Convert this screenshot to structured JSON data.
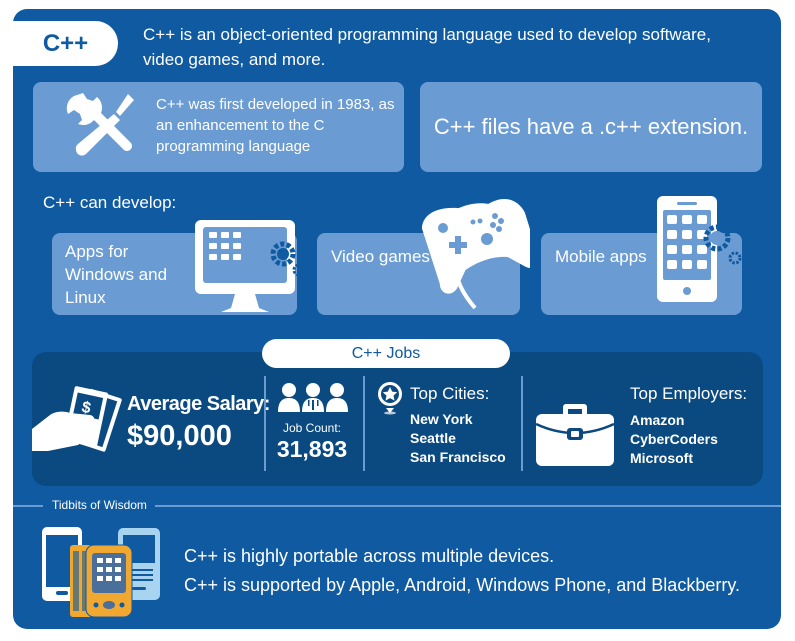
{
  "header": {
    "badge": "C++",
    "intro": "C++ is an object-oriented programming language used to develop software, video games, and more."
  },
  "facts": [
    {
      "icon": "wrench-screwdriver-icon",
      "text": "C++ was first developed in 1983, as an enhancement to the C programming language"
    },
    {
      "text": "C++ files have a .c++ extension."
    }
  ],
  "develop": {
    "label": "C++ can develop:",
    "items": [
      {
        "label": "Apps for Windows and Linux",
        "icon": "desktop-monitor-icon"
      },
      {
        "label": "Video games",
        "icon": "game-controller-icon"
      },
      {
        "label": "Mobile apps",
        "icon": "smartphone-icon"
      }
    ]
  },
  "jobs": {
    "title": "C++ Jobs",
    "salary_label": "Average Salary:",
    "salary_value": "$90,000",
    "job_count_label": "Job Count:",
    "job_count_value": "31,893",
    "cities_label": "Top Cities:",
    "cities": [
      "New York",
      "Seattle",
      "San Francisco"
    ],
    "employers_label": "Top Employers:",
    "employers": [
      "Amazon",
      "CyberCoders",
      "Microsoft"
    ]
  },
  "tidbits": {
    "label": "Tidbits of Wisdom",
    "lines": [
      "C++ is highly portable across multiple devices.",
      "C++ is supported by Apple, Android, Windows Phone, and Blackberry."
    ]
  },
  "colors": {
    "primary_blue": "#0f5aa0",
    "dark_panel": "#0b4a80",
    "light_box": "#6a9bd2",
    "accent_orange": "#f0a830",
    "white": "#ffffff"
  }
}
